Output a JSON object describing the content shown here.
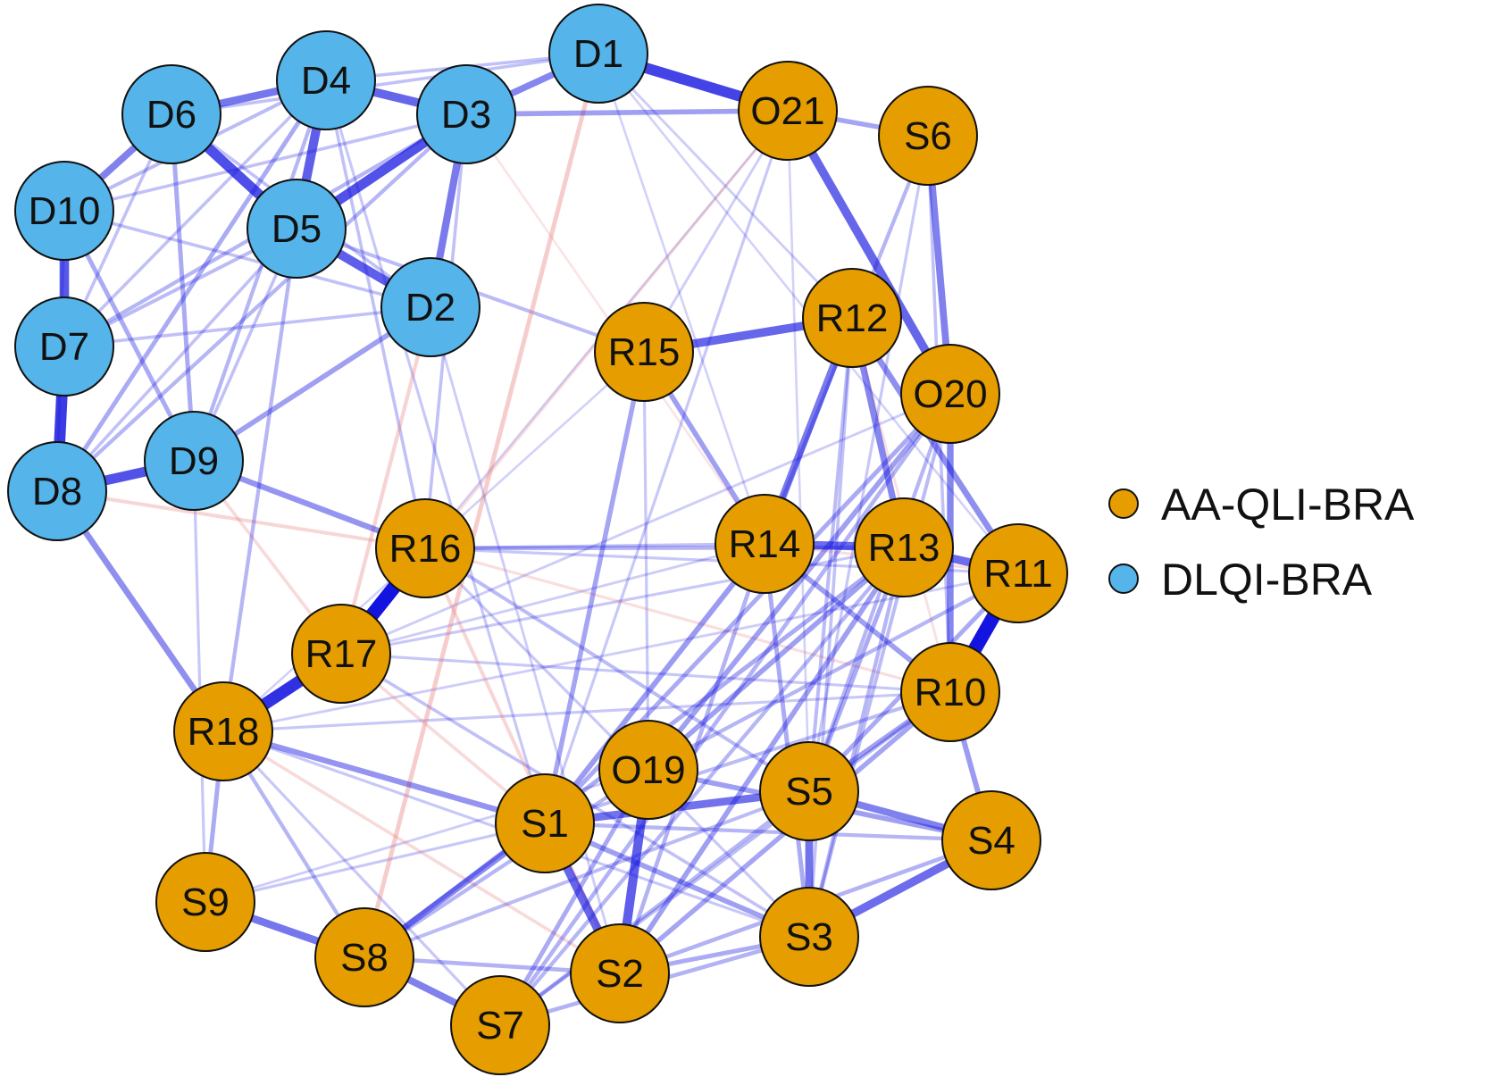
{
  "colors": {
    "aa_group": "#E59D00",
    "dlqi_group": "#55B4E9",
    "node_stroke": "#111111",
    "positive_edge": "#1414E0",
    "negative_edge": "#E57373"
  },
  "legend": [
    {
      "group": "aa",
      "label": "AA-QLI-BRA"
    },
    {
      "group": "dlqi",
      "label": "DLQI-BRA"
    }
  ],
  "nodes": [
    {
      "id": "D1",
      "group": "dlqi"
    },
    {
      "id": "D2",
      "group": "dlqi"
    },
    {
      "id": "D3",
      "group": "dlqi"
    },
    {
      "id": "D4",
      "group": "dlqi"
    },
    {
      "id": "D5",
      "group": "dlqi"
    },
    {
      "id": "D6",
      "group": "dlqi"
    },
    {
      "id": "D7",
      "group": "dlqi"
    },
    {
      "id": "D8",
      "group": "dlqi"
    },
    {
      "id": "D9",
      "group": "dlqi"
    },
    {
      "id": "D10",
      "group": "dlqi"
    },
    {
      "id": "O21",
      "group": "aa"
    },
    {
      "id": "S6",
      "group": "aa"
    },
    {
      "id": "R12",
      "group": "aa"
    },
    {
      "id": "R15",
      "group": "aa"
    },
    {
      "id": "O20",
      "group": "aa"
    },
    {
      "id": "R14",
      "group": "aa"
    },
    {
      "id": "R13",
      "group": "aa"
    },
    {
      "id": "R11",
      "group": "aa"
    },
    {
      "id": "R16",
      "group": "aa"
    },
    {
      "id": "R17",
      "group": "aa"
    },
    {
      "id": "R10",
      "group": "aa"
    },
    {
      "id": "R18",
      "group": "aa"
    },
    {
      "id": "O19",
      "group": "aa"
    },
    {
      "id": "S1",
      "group": "aa"
    },
    {
      "id": "S5",
      "group": "aa"
    },
    {
      "id": "S4",
      "group": "aa"
    },
    {
      "id": "S9",
      "group": "aa"
    },
    {
      "id": "S3",
      "group": "aa"
    },
    {
      "id": "S8",
      "group": "aa"
    },
    {
      "id": "S2",
      "group": "aa"
    },
    {
      "id": "S7",
      "group": "aa"
    }
  ],
  "edges": [
    {
      "from": "R16",
      "to": "R17",
      "weight": 1.0,
      "sign": "positive"
    },
    {
      "from": "R11",
      "to": "R10",
      "weight": 1.0,
      "sign": "positive"
    },
    {
      "from": "R17",
      "to": "R18",
      "weight": 0.85,
      "sign": "positive"
    },
    {
      "from": "D8",
      "to": "D7",
      "weight": 0.8,
      "sign": "positive"
    },
    {
      "from": "D1",
      "to": "O21",
      "weight": 0.75,
      "sign": "positive"
    },
    {
      "from": "D6",
      "to": "D5",
      "weight": 0.7,
      "sign": "positive"
    },
    {
      "from": "D3",
      "to": "D5",
      "weight": 0.68,
      "sign": "positive"
    },
    {
      "from": "D8",
      "to": "D9",
      "weight": 0.68,
      "sign": "positive"
    },
    {
      "from": "D10",
      "to": "D7",
      "weight": 0.65,
      "sign": "positive"
    },
    {
      "from": "D4",
      "to": "D5",
      "weight": 0.62,
      "sign": "positive"
    },
    {
      "from": "D5",
      "to": "D2",
      "weight": 0.62,
      "sign": "positive"
    },
    {
      "from": "O19",
      "to": "S2",
      "weight": 0.62,
      "sign": "positive"
    },
    {
      "from": "D4",
      "to": "D3",
      "weight": 0.58,
      "sign": "positive"
    },
    {
      "from": "S1",
      "to": "S2",
      "weight": 0.58,
      "sign": "positive"
    },
    {
      "from": "R15",
      "to": "R12",
      "weight": 0.58,
      "sign": "positive"
    },
    {
      "from": "O21",
      "to": "O20",
      "weight": 0.58,
      "sign": "positive"
    },
    {
      "from": "R14",
      "to": "R13",
      "weight": 0.55,
      "sign": "positive"
    },
    {
      "from": "R13",
      "to": "R11",
      "weight": 0.55,
      "sign": "positive"
    },
    {
      "from": "S3",
      "to": "S4",
      "weight": 0.55,
      "sign": "positive"
    },
    {
      "from": "S5",
      "to": "S3",
      "weight": 0.52,
      "sign": "positive"
    },
    {
      "from": "S1",
      "to": "S5",
      "weight": 0.52,
      "sign": "positive"
    },
    {
      "from": "S9",
      "to": "S8",
      "weight": 0.5,
      "sign": "positive"
    },
    {
      "from": "S8",
      "to": "S7",
      "weight": 0.45,
      "sign": "positive"
    },
    {
      "from": "D6",
      "to": "D4",
      "weight": 0.5,
      "sign": "positive"
    },
    {
      "from": "D6",
      "to": "D10",
      "weight": 0.45,
      "sign": "positive"
    },
    {
      "from": "D3",
      "to": "D2",
      "weight": 0.48,
      "sign": "positive"
    },
    {
      "from": "D3",
      "to": "D1",
      "weight": 0.42,
      "sign": "positive"
    },
    {
      "from": "R12",
      "to": "R14",
      "weight": 0.48,
      "sign": "positive"
    },
    {
      "from": "S6",
      "to": "O20",
      "weight": 0.45,
      "sign": "positive"
    },
    {
      "from": "R12",
      "to": "R13",
      "weight": 0.42,
      "sign": "positive"
    },
    {
      "from": "O20",
      "to": "R10",
      "weight": 0.42,
      "sign": "positive"
    },
    {
      "from": "S5",
      "to": "S4",
      "weight": 0.45,
      "sign": "positive"
    },
    {
      "from": "R12",
      "to": "R11",
      "weight": 0.38,
      "sign": "positive"
    },
    {
      "from": "R10",
      "to": "S4",
      "weight": 0.32,
      "sign": "positive"
    },
    {
      "from": "D8",
      "to": "R18",
      "weight": 0.38,
      "sign": "positive"
    },
    {
      "from": "D9",
      "to": "R16",
      "weight": 0.35,
      "sign": "positive"
    },
    {
      "from": "D9",
      "to": "D2",
      "weight": 0.3,
      "sign": "positive"
    },
    {
      "from": "R18",
      "to": "S1",
      "weight": 0.35,
      "sign": "positive"
    },
    {
      "from": "S1",
      "to": "S8",
      "weight": 0.4,
      "sign": "positive"
    },
    {
      "from": "R16",
      "to": "R13",
      "weight": 0.22,
      "sign": "positive"
    },
    {
      "from": "R15",
      "to": "R14",
      "weight": 0.3,
      "sign": "positive"
    },
    {
      "from": "R15",
      "to": "S1",
      "weight": 0.28,
      "sign": "positive"
    },
    {
      "from": "D3",
      "to": "O21",
      "weight": 0.3,
      "sign": "positive"
    },
    {
      "from": "O21",
      "to": "S6",
      "weight": 0.28,
      "sign": "positive"
    },
    {
      "from": "O19",
      "to": "S4",
      "weight": 0.3,
      "sign": "positive"
    },
    {
      "from": "S2",
      "to": "S3",
      "weight": 0.25,
      "sign": "positive"
    },
    {
      "from": "S7",
      "to": "S3",
      "weight": 0.22,
      "sign": "positive"
    },
    {
      "from": "R14",
      "to": "S1",
      "weight": 0.32,
      "sign": "positive"
    },
    {
      "from": "R13",
      "to": "O19",
      "weight": 0.3,
      "sign": "positive"
    },
    {
      "from": "O20",
      "to": "O19",
      "weight": 0.3,
      "sign": "positive"
    },
    {
      "from": "R10",
      "to": "S2",
      "weight": 0.28,
      "sign": "positive"
    },
    {
      "from": "R13",
      "to": "S2",
      "weight": 0.3,
      "sign": "positive"
    },
    {
      "from": "R14",
      "to": "S3",
      "weight": 0.25,
      "sign": "positive"
    },
    {
      "from": "R14",
      "to": "R10",
      "weight": 0.3,
      "sign": "positive"
    },
    {
      "from": "R13",
      "to": "S8",
      "weight": 0.25,
      "sign": "positive"
    },
    {
      "from": "S6",
      "to": "R14",
      "weight": 0.2,
      "sign": "positive"
    },
    {
      "from": "R11",
      "to": "S5",
      "weight": 0.25,
      "sign": "positive"
    },
    {
      "from": "O20",
      "to": "S7",
      "weight": 0.22,
      "sign": "positive"
    },
    {
      "from": "D8",
      "to": "D4",
      "weight": 0.25,
      "sign": "positive"
    },
    {
      "from": "D7",
      "to": "D3",
      "weight": 0.2,
      "sign": "positive"
    },
    {
      "from": "D10",
      "to": "D9",
      "weight": 0.25,
      "sign": "positive"
    },
    {
      "from": "D6",
      "to": "D9",
      "weight": 0.25,
      "sign": "positive"
    },
    {
      "from": "D10",
      "to": "D4",
      "weight": 0.18,
      "sign": "positive"
    },
    {
      "from": "D7",
      "to": "D5",
      "weight": 0.18,
      "sign": "positive"
    },
    {
      "from": "D8",
      "to": "D3",
      "weight": 0.2,
      "sign": "positive"
    },
    {
      "from": "D9",
      "to": "D4",
      "weight": 0.2,
      "sign": "positive"
    },
    {
      "from": "D10",
      "to": "D3",
      "weight": 0.15,
      "sign": "positive"
    },
    {
      "from": "D10",
      "to": "D2",
      "weight": 0.15,
      "sign": "positive"
    },
    {
      "from": "D7",
      "to": "D2",
      "weight": 0.15,
      "sign": "positive"
    },
    {
      "from": "D6",
      "to": "D2",
      "weight": 0.15,
      "sign": "positive"
    },
    {
      "from": "D6",
      "to": "D1",
      "weight": 0.15,
      "sign": "positive"
    },
    {
      "from": "D4",
      "to": "D1",
      "weight": 0.15,
      "sign": "positive"
    },
    {
      "from": "D9",
      "to": "D5",
      "weight": 0.15,
      "sign": "positive"
    },
    {
      "from": "D8",
      "to": "D5",
      "weight": 0.15,
      "sign": "positive"
    },
    {
      "from": "D7",
      "to": "D4",
      "weight": 0.15,
      "sign": "positive"
    },
    {
      "from": "D6",
      "to": "D7",
      "weight": 0.15,
      "sign": "positive"
    },
    {
      "from": "D8",
      "to": "D10",
      "weight": 0.15,
      "sign": "positive"
    },
    {
      "from": "D5",
      "to": "R15",
      "weight": 0.18,
      "sign": "positive"
    },
    {
      "from": "D4",
      "to": "R16",
      "weight": 0.15,
      "sign": "positive"
    },
    {
      "from": "D3",
      "to": "R16",
      "weight": 0.15,
      "sign": "positive"
    },
    {
      "from": "D5",
      "to": "R18",
      "weight": 0.2,
      "sign": "positive"
    },
    {
      "from": "D4",
      "to": "S1",
      "weight": 0.12,
      "sign": "positive"
    },
    {
      "from": "D2",
      "to": "S2",
      "weight": 0.1,
      "sign": "positive"
    },
    {
      "from": "D1",
      "to": "R14",
      "weight": 0.08,
      "sign": "positive"
    },
    {
      "from": "D1",
      "to": "R11",
      "weight": 0.08,
      "sign": "positive"
    },
    {
      "from": "O21",
      "to": "S5",
      "weight": 0.08,
      "sign": "positive"
    },
    {
      "from": "D1",
      "to": "R12",
      "weight": 0.1,
      "sign": "positive"
    },
    {
      "from": "R16",
      "to": "R11",
      "weight": 0.12,
      "sign": "positive"
    },
    {
      "from": "R16",
      "to": "S5",
      "weight": 0.18,
      "sign": "positive"
    },
    {
      "from": "R17",
      "to": "R13",
      "weight": 0.12,
      "sign": "positive"
    },
    {
      "from": "R17",
      "to": "R10",
      "weight": 0.12,
      "sign": "positive"
    },
    {
      "from": "R18",
      "to": "R11",
      "weight": 0.1,
      "sign": "positive"
    },
    {
      "from": "R18",
      "to": "R10",
      "weight": 0.12,
      "sign": "positive"
    },
    {
      "from": "R18",
      "to": "S9",
      "weight": 0.25,
      "sign": "positive"
    },
    {
      "from": "R18",
      "to": "S8",
      "weight": 0.2,
      "sign": "positive"
    },
    {
      "from": "R18",
      "to": "S7",
      "weight": 0.12,
      "sign": "positive"
    },
    {
      "from": "R18",
      "to": "S3",
      "weight": 0.12,
      "sign": "positive"
    },
    {
      "from": "R17",
      "to": "S3",
      "weight": 0.15,
      "sign": "positive"
    },
    {
      "from": "R16",
      "to": "S3",
      "weight": 0.12,
      "sign": "positive"
    },
    {
      "from": "S9",
      "to": "S1",
      "weight": 0.12,
      "sign": "positive"
    },
    {
      "from": "S9",
      "to": "O19",
      "weight": 0.1,
      "sign": "positive"
    },
    {
      "from": "S8",
      "to": "S2",
      "weight": 0.22,
      "sign": "positive"
    },
    {
      "from": "S8",
      "to": "S5",
      "weight": 0.18,
      "sign": "positive"
    },
    {
      "from": "S7",
      "to": "S5",
      "weight": 0.2,
      "sign": "positive"
    },
    {
      "from": "S7",
      "to": "O19",
      "weight": 0.25,
      "sign": "positive"
    },
    {
      "from": "S7",
      "to": "R13",
      "weight": 0.2,
      "sign": "positive"
    },
    {
      "from": "S7",
      "to": "R10",
      "weight": 0.18,
      "sign": "positive"
    },
    {
      "from": "S2",
      "to": "S4",
      "weight": 0.22,
      "sign": "positive"
    },
    {
      "from": "S2",
      "to": "R14",
      "weight": 0.22,
      "sign": "positive"
    },
    {
      "from": "S3",
      "to": "R13",
      "weight": 0.2,
      "sign": "positive"
    },
    {
      "from": "S3",
      "to": "O20",
      "weight": 0.18,
      "sign": "positive"
    },
    {
      "from": "S5",
      "to": "R13",
      "weight": 0.25,
      "sign": "positive"
    },
    {
      "from": "S5",
      "to": "R10",
      "weight": 0.3,
      "sign": "positive"
    },
    {
      "from": "S5",
      "to": "O20",
      "weight": 0.2,
      "sign": "positive"
    },
    {
      "from": "S1",
      "to": "O20",
      "weight": 0.25,
      "sign": "positive"
    },
    {
      "from": "S1",
      "to": "R10",
      "weight": 0.18,
      "sign": "positive"
    },
    {
      "from": "S1",
      "to": "S3",
      "weight": 0.3,
      "sign": "positive"
    },
    {
      "from": "S1",
      "to": "S4",
      "weight": 0.2,
      "sign": "positive"
    },
    {
      "from": "O19",
      "to": "R11",
      "weight": 0.2,
      "sign": "positive"
    },
    {
      "from": "O19",
      "to": "S8",
      "weight": 0.2,
      "sign": "positive"
    },
    {
      "from": "S9",
      "to": "D9",
      "weight": 0.12,
      "sign": "positive"
    },
    {
      "from": "S6",
      "to": "R10",
      "weight": 0.15,
      "sign": "positive"
    },
    {
      "from": "S6",
      "to": "S5",
      "weight": 0.12,
      "sign": "positive"
    },
    {
      "from": "O21",
      "to": "R15",
      "weight": 0.1,
      "sign": "positive"
    },
    {
      "from": "O21",
      "to": "S1",
      "weight": 0.12,
      "sign": "positive"
    },
    {
      "from": "O21",
      "to": "R16",
      "weight": 0.08,
      "sign": "positive"
    },
    {
      "from": "R15",
      "to": "O19",
      "weight": 0.12,
      "sign": "positive"
    },
    {
      "from": "R15",
      "to": "R18",
      "weight": 0.08,
      "sign": "positive"
    },
    {
      "from": "R12",
      "to": "S3",
      "weight": 0.15,
      "sign": "positive"
    },
    {
      "from": "R12",
      "to": "S5",
      "weight": 0.18,
      "sign": "positive"
    },
    {
      "from": "R16",
      "to": "R14",
      "weight": 0.15,
      "sign": "positive"
    },
    {
      "from": "R17",
      "to": "R14",
      "weight": 0.1,
      "sign": "positive"
    },
    {
      "from": "R17",
      "to": "O20",
      "weight": 0.1,
      "sign": "positive"
    },
    {
      "from": "D1",
      "to": "S8",
      "weight": 0.25,
      "sign": "negative"
    },
    {
      "from": "D2",
      "to": "R17",
      "weight": 0.2,
      "sign": "negative"
    },
    {
      "from": "D8",
      "to": "R16",
      "weight": 0.18,
      "sign": "negative"
    },
    {
      "from": "R16",
      "to": "S2",
      "weight": 0.18,
      "sign": "negative"
    },
    {
      "from": "R17",
      "to": "S1",
      "weight": 0.15,
      "sign": "negative"
    },
    {
      "from": "R18",
      "to": "S2",
      "weight": 0.15,
      "sign": "negative"
    },
    {
      "from": "D9",
      "to": "R17",
      "weight": 0.15,
      "sign": "negative"
    },
    {
      "from": "R16",
      "to": "R10",
      "weight": 0.12,
      "sign": "negative"
    },
    {
      "from": "R14",
      "to": "R11",
      "weight": 0.12,
      "sign": "negative"
    },
    {
      "from": "O21",
      "to": "R17",
      "weight": 0.12,
      "sign": "negative"
    },
    {
      "from": "D3",
      "to": "R14",
      "weight": 0.08,
      "sign": "negative"
    },
    {
      "from": "R12",
      "to": "R10",
      "weight": 0.1,
      "sign": "negative"
    }
  ]
}
